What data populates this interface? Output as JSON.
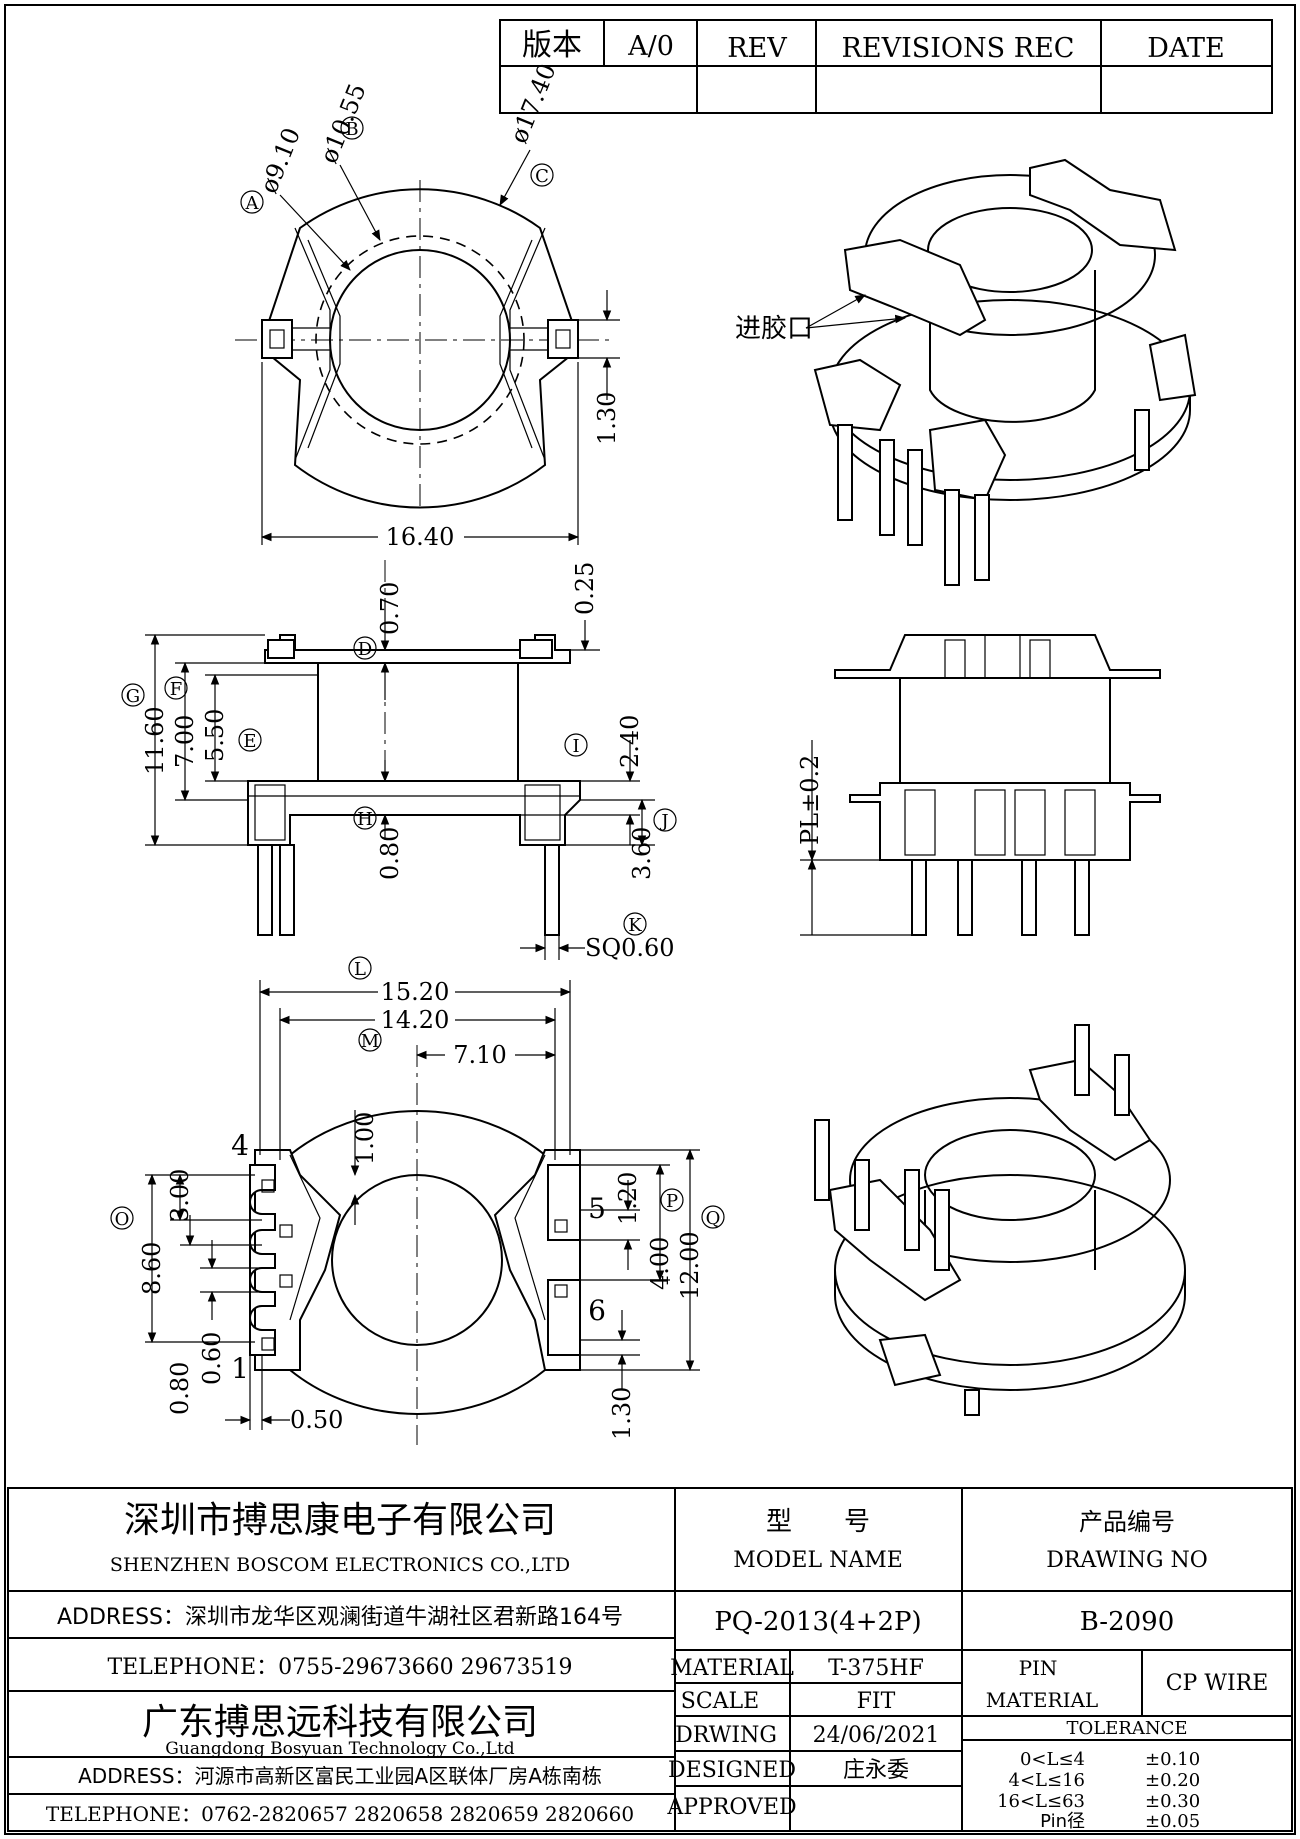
{
  "revision_block": {
    "version_label": "版本",
    "version_value": "A/0",
    "rev_label": "REV",
    "revisions_label": "REVISIONS REC",
    "date_label": "DATE"
  },
  "callouts": {
    "A": "A",
    "B": "B",
    "C": "C",
    "D": "D",
    "E": "E",
    "F": "F",
    "G": "G",
    "H": "H",
    "I": "I",
    "J": "J",
    "K": "K",
    "L": "L",
    "M": "M",
    "O": "O",
    "P": "P",
    "Q": "Q"
  },
  "dimensions": {
    "top_phi_a": "ø9.10",
    "top_phi_b": "ø10.55",
    "top_phi_c": "ø17.40",
    "top_width": "16.40",
    "top_pin_width": "1.30",
    "side_d": "0.70",
    "side_top_flange": "0.25",
    "side_g": "11.60",
    "side_f": "7.00",
    "side_e": "5.50",
    "side_i": "2.40",
    "side_j": "3.60",
    "side_h": "0.80",
    "side_k": "SQ0.60",
    "front_pl": "PL±0.2",
    "bottom_l": "15.20",
    "bottom_m": "14.20",
    "bottom_half": "7.10",
    "bottom_wall": "1.00",
    "bottom_o_pitch": "3.00",
    "bottom_o": "8.60",
    "bottom_p": "1.20",
    "bottom_mid": "4.00",
    "bottom_q": "12.00",
    "bottom_pin_pitch": "0.60",
    "bottom_pin_w": "0.80",
    "bottom_pin_dia": "0.50",
    "bottom_right_pin": "1.30"
  },
  "pin_numbers": {
    "p4": "4",
    "p5": "5",
    "p6": "6",
    "p1": "1"
  },
  "iso_label": "进胶口",
  "title_block": {
    "company_cn": "深圳市搏思康电子有限公司",
    "company_en": "SHENZHEN BOSCOM ELECTRONICS CO.,LTD",
    "address1": "ADDRESS：深圳市龙华区观澜街道牛湖社区君新路164号",
    "telephone1": "TELEPHONE：0755-29673660 29673519",
    "company2_cn": "广东搏思远科技有限公司",
    "company2_en": "Guangdong Bosyuan Technology Co.,Ltd",
    "address2": "ADDRESS：河源市高新区富民工业园A区联体厂房A栋南栋",
    "telephone2": "TELEPHONE：0762-2820657 2820658 2820659 2820660",
    "model_cn": "型　　号",
    "model_en": "MODEL NAME",
    "model_value": "PQ-2013(4+2P)",
    "drawing_no_cn": "产品编号",
    "drawing_no_en": "DRAWING NO",
    "drawing_no_value": "B-2090",
    "material_label": "MATERIAL",
    "material_value": "T-375HF",
    "pin_material_label_1": "PIN",
    "pin_material_label_2": "MATERIAL",
    "pin_material_value": "CP WIRE",
    "scale_label": "SCALE",
    "scale_value": "FIT",
    "tolerance_label": "TOLERANCE",
    "drawing_label": "DRWING",
    "drawing_date": "24/06/2021",
    "designed_label": "DESIGNED",
    "designed_value": "庄永委",
    "approved_label": "APPROVED",
    "tol_1_range": "0<L≤4",
    "tol_1_value": "±0.10",
    "tol_2_range": "4<L≤16",
    "tol_2_value": "±0.20",
    "tol_3_range": "16<L≤63",
    "tol_3_value": "±0.30",
    "tol_4_range": "Pin径",
    "tol_4_value": "±0.05"
  }
}
